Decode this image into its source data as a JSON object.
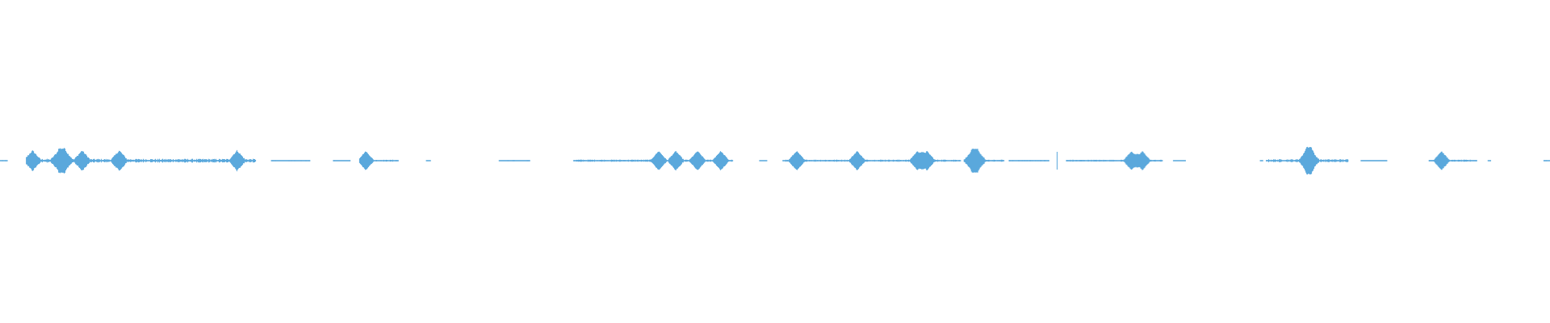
{
  "waveform": {
    "color": "#5aa8dc",
    "background": "#ffffff",
    "segments": [
      {
        "start": 0.0,
        "end": 0.005,
        "level": 0.03
      },
      {
        "start": 0.017,
        "end": 0.165,
        "level": 0.1,
        "peaks": [
          0.021,
          0.038,
          0.042,
          0.053,
          0.077,
          0.153
        ]
      },
      {
        "start": 0.175,
        "end": 0.2,
        "level": 0.03
      },
      {
        "start": 0.215,
        "end": 0.226,
        "level": 0.03
      },
      {
        "start": 0.232,
        "end": 0.257,
        "level": 0.05,
        "peaks": [
          0.236
        ]
      },
      {
        "start": 0.275,
        "end": 0.278,
        "level": 0.02
      },
      {
        "start": 0.322,
        "end": 0.342,
        "level": 0.03
      },
      {
        "start": 0.37,
        "end": 0.473,
        "level": 0.06,
        "peaks": [
          0.425,
          0.436,
          0.45,
          0.465
        ]
      },
      {
        "start": 0.49,
        "end": 0.495,
        "level": 0.02
      },
      {
        "start": 0.505,
        "end": 0.62,
        "level": 0.06,
        "peaks": [
          0.514,
          0.553,
          0.592,
          0.598
        ]
      },
      {
        "start": 0.622,
        "end": 0.648,
        "level": 0.05,
        "peaks": [
          0.627,
          0.631
        ]
      },
      {
        "start": 0.651,
        "end": 0.677,
        "level": 0.04,
        "peaks": [
          0.682
        ]
      },
      {
        "start": 0.688,
        "end": 0.75,
        "level": 0.05,
        "peaks": [
          0.73,
          0.737
        ]
      },
      {
        "start": 0.757,
        "end": 0.765,
        "level": 0.02
      },
      {
        "start": 0.813,
        "end": 0.815,
        "level": 0.02
      },
      {
        "start": 0.817,
        "end": 0.87,
        "level": 0.08,
        "peaks": [
          0.843,
          0.846
        ]
      },
      {
        "start": 0.878,
        "end": 0.895,
        "level": 0.02
      },
      {
        "start": 0.922,
        "end": 0.953,
        "level": 0.05,
        "peaks": [
          0.93
        ]
      },
      {
        "start": 0.96,
        "end": 0.962,
        "level": 0.03
      },
      {
        "start": 0.996,
        "end": 1.0,
        "level": 0.04
      }
    ]
  }
}
